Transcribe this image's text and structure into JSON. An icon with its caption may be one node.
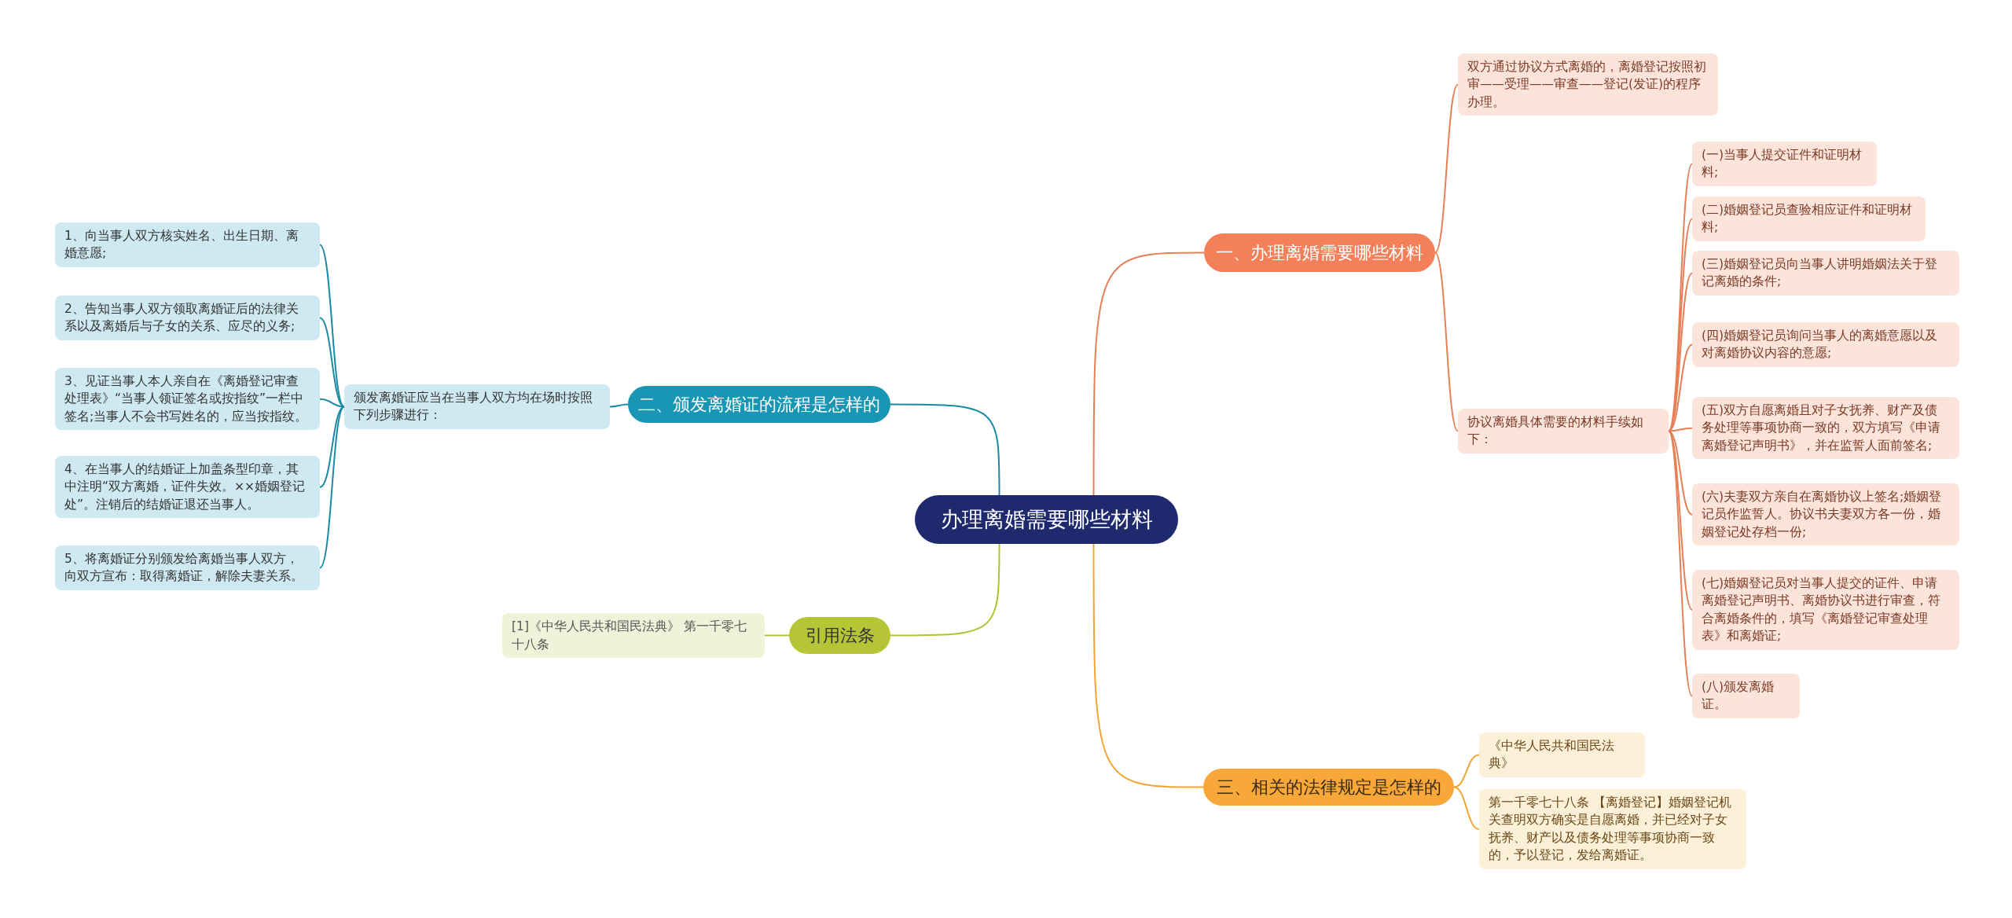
{
  "diagram": {
    "nodes": [
      {
        "text": [
          "办理离婚需要哪些材料"
        ]
      },
      {
        "text": [
          "一、办理离婚需要哪些材料"
        ]
      },
      {
        "text": [
          "双方通过协议方式离婚的，离婚登记按照初审——受理——审查——登记(发证)的程序办理。"
        ]
      },
      {
        "text": [
          "协议离婚具体需要的材料手续如下："
        ]
      },
      {
        "text": [
          "(一)当事人提交证件和证明材料;"
        ]
      },
      {
        "text": [
          "(二)婚姻登记员查验相应证件和证明材料;"
        ]
      },
      {
        "text": [
          "(三)婚姻登记员向当事人讲明婚姻法关于登记离婚的条件;"
        ]
      },
      {
        "text": [
          "(四)婚姻登记员询问当事人的离婚意愿以及对离婚协议内容的意愿;"
        ]
      },
      {
        "text": [
          "(五)双方自愿离婚且对子女抚养、财产及债务处理等事项协商一致的，双方填写《申请离婚登记声明书》，并在监誓人面前签名;"
        ]
      },
      {
        "text": [
          "(六)夫妻双方亲自在离婚协议上签名;婚姻登记员作监誓人。协议书夫妻双方各一份，婚姻登记处存档一份;"
        ]
      },
      {
        "text": [
          "(七)婚姻登记员对当事人提交的证件、申请离婚登记声明书、离婚协议书进行审查，符合离婚条件的，填写《离婚登记审查处理表》和离婚证;"
        ]
      },
      {
        "text": [
          "(八)颁发离婚证。"
        ]
      },
      {
        "text": [
          "三、相关的法律规定是怎样的"
        ]
      },
      {
        "text": [
          "《中华人民共和国民法典》"
        ]
      },
      {
        "text": [
          "第一千零七十八条 【离婚登记】婚姻登记机关查明双方确实是自愿离婚，并已经对子女抚养、财产以及债务处理等事项协商一致的，予以登记，发给离婚证。"
        ]
      },
      {
        "text": [
          "二、颁发离婚证的流程是怎样的"
        ]
      },
      {
        "text": [
          "颁发离婚证应当在当事人双方均在场时按照下列步骤进行："
        ]
      },
      {
        "text": [
          "1、向当事人双方核实姓名、出生日期、离婚意愿;"
        ]
      },
      {
        "text": [
          "2、告知当事人双方领取离婚证后的法律关系以及离婚后与子女的关系、应尽的义务;"
        ]
      },
      {
        "text": [
          "3、见证当事人本人亲自在《离婚登记审查处理表》“当事人领证签名或按指纹”一栏中签名;当事人不会书写姓名的，应当按指纹。"
        ]
      },
      {
        "text": [
          "4、在当事人的结婚证上加盖条型印章，其中注明“双方离婚，证件失效。××婚姻登记处”。注销后的结婚证退还当事人。"
        ]
      },
      {
        "text": [
          "5、将离婚证分别颁发给离婚当事人双方，向双方宣布：取得离婚证，解除夫妻关系。"
        ]
      },
      {
        "text": [
          "引用法条"
        ]
      },
      {
        "text": [
          "[1]《中华人民共和国民法典》 第一千零七十八条"
        ]
      }
    ],
    "edges": [
      {
        "from": 0,
        "to": 1,
        "arrow": "none"
      },
      {
        "from": 1,
        "to": 2,
        "arrow": "none"
      },
      {
        "from": 1,
        "to": 3,
        "arrow": "none"
      },
      {
        "from": 3,
        "to": 4,
        "arrow": "none"
      },
      {
        "from": 3,
        "to": 5,
        "arrow": "none"
      },
      {
        "from": 3,
        "to": 6,
        "arrow": "none"
      },
      {
        "from": 3,
        "to": 7,
        "arrow": "none"
      },
      {
        "from": 3,
        "to": 8,
        "arrow": "none"
      },
      {
        "from": 3,
        "to": 9,
        "arrow": "none"
      },
      {
        "from": 3,
        "to": 10,
        "arrow": "none"
      },
      {
        "from": 3,
        "to": 11,
        "arrow": "none"
      },
      {
        "from": 0,
        "to": 12,
        "arrow": "none",
        "color": "#f3a533"
      },
      {
        "from": 12,
        "to": 13,
        "arrow": "none",
        "color": "#f3a533"
      },
      {
        "from": 12,
        "to": 14,
        "arrow": "none",
        "color": "#f3a533"
      },
      {
        "from": 0,
        "to": 15,
        "arrow": "none",
        "color": "#1a8aa6"
      },
      {
        "from": 15,
        "to": 16,
        "arrow": "none",
        "color": "#1a8aa6"
      },
      {
        "from": 16,
        "to": 17,
        "arrow": "none",
        "color": "#1a8aa6"
      },
      {
        "from": 16,
        "to": 18,
        "arrow": "none",
        "color": "#1a8aa6"
      },
      {
        "from": 16,
        "to": 19,
        "arrow": "none",
        "color": "#1a8aa6"
      },
      {
        "from": 16,
        "to": 20,
        "arrow": "none",
        "color": "#1a8aa6"
      },
      {
        "from": 16,
        "to": 21,
        "arrow": "none",
        "color": "#1a8aa6"
      },
      {
        "from": 0,
        "to": 22,
        "arrow": "none",
        "color": "#b3c22f"
      },
      {
        "from": 22,
        "to": 23,
        "arrow": "none",
        "color": "#b3c22f"
      }
    ]
  }
}
